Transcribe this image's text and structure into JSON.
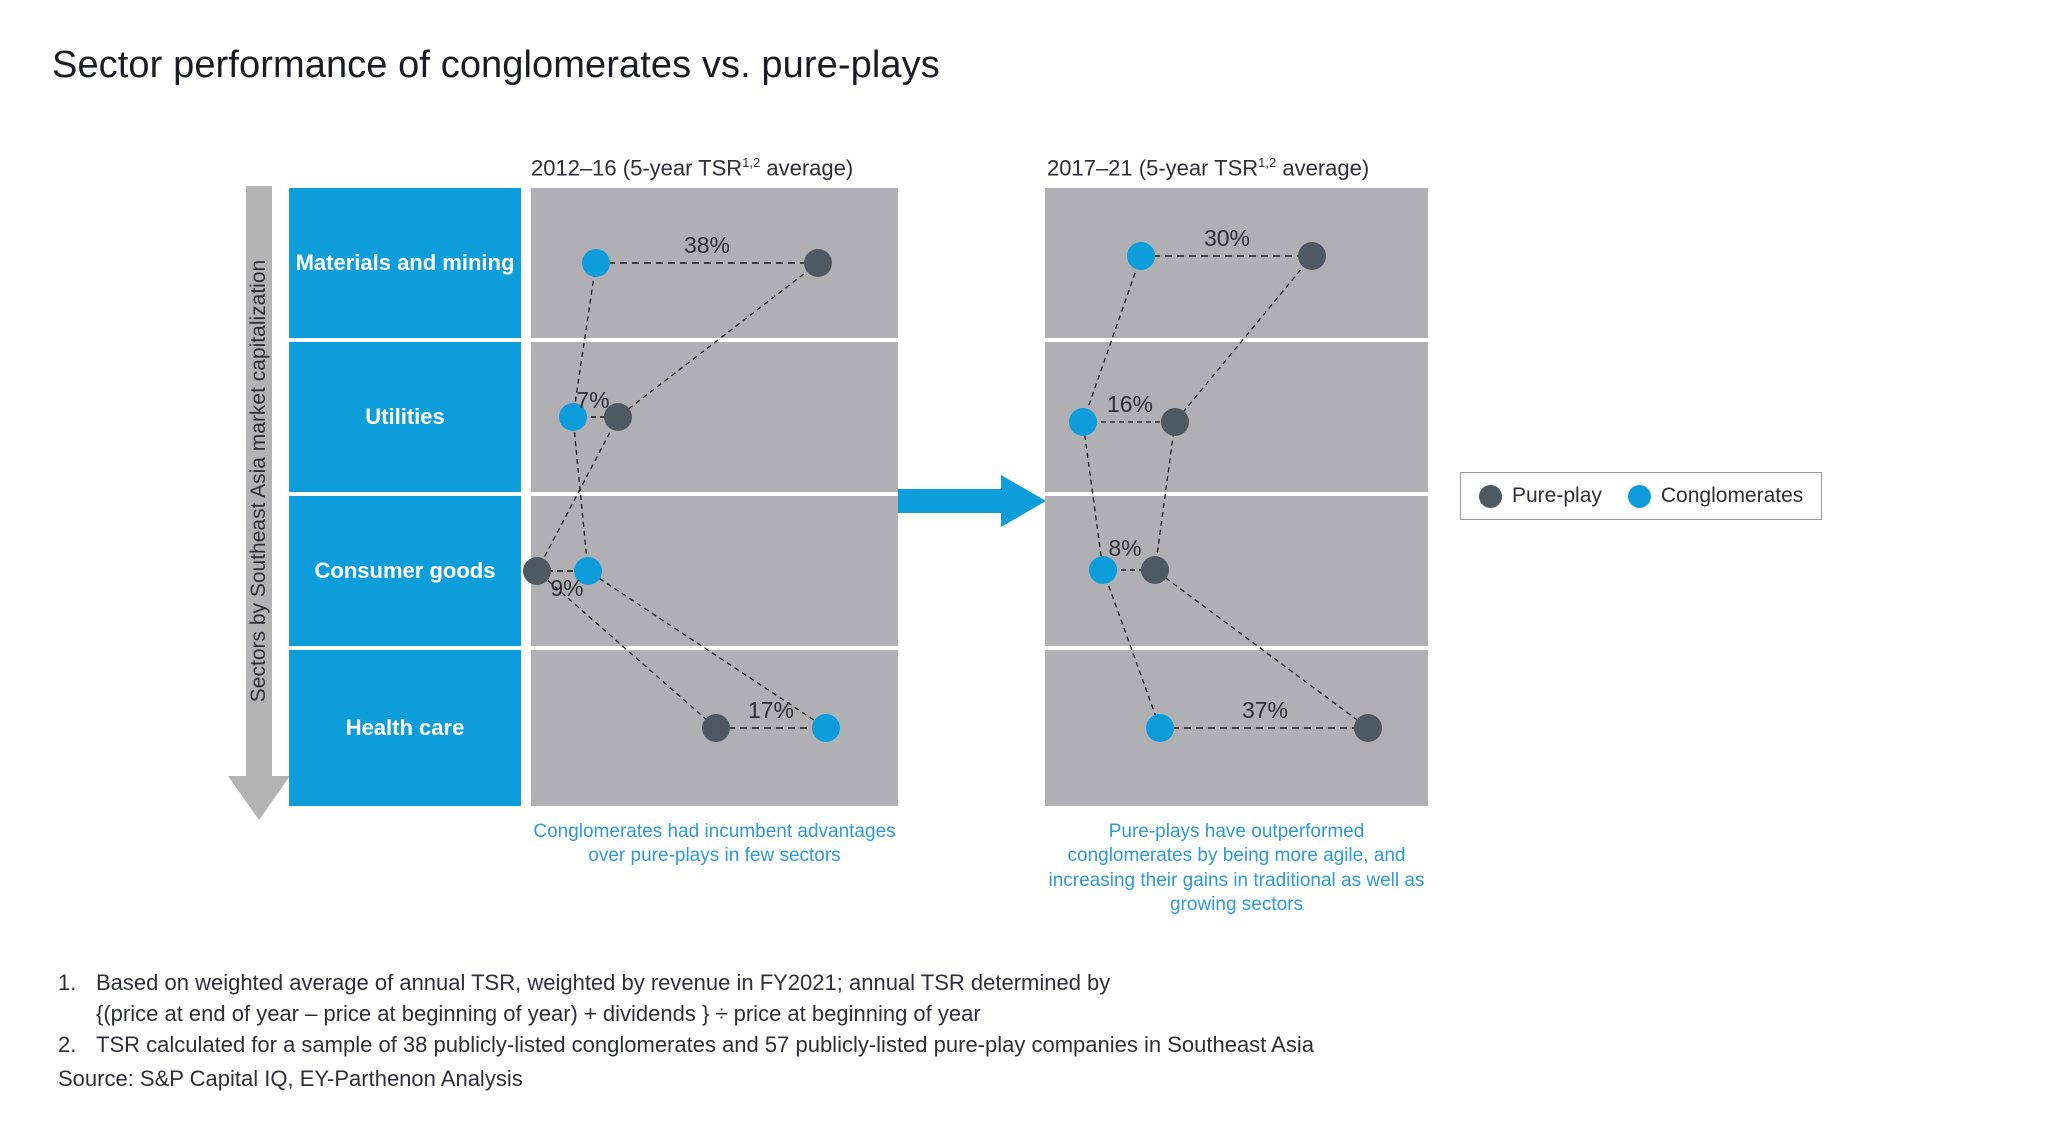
{
  "title": "Sector performance of conglomerates vs. pure-plays",
  "y_axis": {
    "label": "Sectors by Southeast Asia market capitalization"
  },
  "sectors": [
    {
      "label": "Materials and mining"
    },
    {
      "label": "Utilities"
    },
    {
      "label": "Consumer goods"
    },
    {
      "label": "Health care"
    }
  ],
  "panels": [
    {
      "header_main": "2012–16",
      "header_rest": " (5-year TSR",
      "header_sup": "1,2",
      "header_tail": " average)",
      "caption": "Conglomerates had incumbent advantages over pure-plays in few sectors"
    },
    {
      "header_main": "2017–21",
      "header_rest": " (5-year TSR",
      "header_sup": "1,2",
      "header_tail": " average)",
      "caption": "Pure-plays have outperformed conglomerates by being more agile, and increasing their gains in traditional as well as growing sectors"
    }
  ],
  "legend": {
    "items": [
      {
        "label": "Pure-play",
        "color": "#4d5a63"
      },
      {
        "label": "Conglomerates",
        "color": "#0d9ddb"
      }
    ]
  },
  "colors": {
    "conglomerate": "#0d9ddb",
    "pure_play": "#4d5a63",
    "panel_bg": "#b0b0b4",
    "sector_box": "#0d9ddb",
    "axis_gray": "#b3b3b3",
    "caption_blue": "#2e9bd4"
  },
  "footnotes": [
    {
      "num": "1.",
      "line1": "Based on weighted average of annual TSR, weighted by revenue in FY2021; annual TSR determined by",
      "line2": "{(price at end of year – price at beginning of year) + dividends } ÷ price at beginning of year"
    },
    {
      "num": "2.",
      "line1": "TSR calculated for a sample of 38 publicly-listed conglomerates and 57 publicly-listed pure-play companies in Southeast Asia",
      "line2": ""
    }
  ],
  "source": "Source: S&P Capital IQ, EY-Parthenon Analysis",
  "chart_data": {
    "type": "scatter",
    "title": "Sector performance of conglomerates vs. pure-plays",
    "ylabel": "Sectors by Southeast Asia market capitalization",
    "categories": [
      "Materials and mining",
      "Utilities",
      "Consumer goods",
      "Health care"
    ],
    "legend_position": "right",
    "grid": false,
    "panels": [
      {
        "name": "2012–16 (5-year TSR1,2 average)",
        "points": [
          {
            "sector": "Materials and mining",
            "conglomerate_x": 0.177,
            "pure_play_x": 0.782,
            "gap_label": "38%"
          },
          {
            "sector": "Utilities",
            "conglomerate_x": 0.114,
            "pure_play_x": 0.237,
            "gap_label": "7%"
          },
          {
            "sector": "Consumer goods",
            "conglomerate_x": 0.155,
            "pure_play_x": 0.016,
            "gap_label": "9%"
          },
          {
            "sector": "Health care",
            "conglomerate_x": 0.804,
            "pure_play_x": 0.504,
            "gap_label": "17%"
          }
        ]
      },
      {
        "name": "2017–21 (5-year TSR1,2 average)",
        "points": [
          {
            "sector": "Materials and mining",
            "conglomerate_x": 0.251,
            "pure_play_x": 0.697,
            "gap_label": "30%"
          },
          {
            "sector": "Utilities",
            "conglomerate_x": 0.099,
            "pure_play_x": 0.339,
            "gap_label": "16%"
          },
          {
            "sector": "Consumer goods",
            "conglomerate_x": 0.151,
            "pure_play_x": 0.287,
            "gap_label": "8%"
          },
          {
            "sector": "Health care",
            "conglomerate_x": 0.3,
            "pure_play_x": 0.843,
            "gap_label": "37%"
          }
        ]
      }
    ],
    "gap_labels_left": [
      "38%",
      "7%",
      "9%",
      "17%"
    ],
    "gap_labels_right": [
      "30%",
      "16%",
      "8%",
      "37%"
    ]
  }
}
